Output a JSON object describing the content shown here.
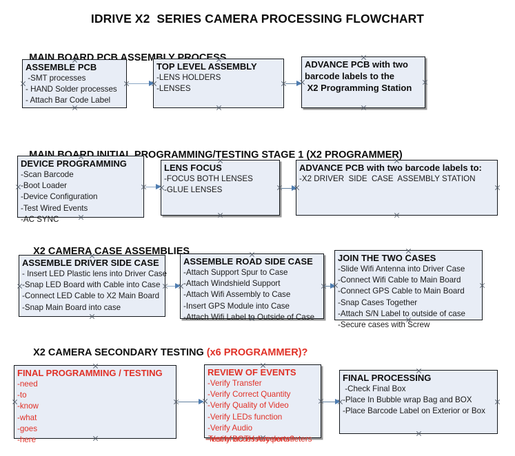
{
  "document": {
    "title": "IDRIVE X2  SERIES CAMERA PROCESSING FLOWCHART",
    "accent_color": "#e03127",
    "box_fill": "#e8edf6",
    "box_border": "#14181c",
    "arrow_color": "#8ba6c4"
  },
  "sections": [
    {
      "id": "main-board-pcb-assembly",
      "heading": "MAIN BOARD PCB ASSEMBLY PROCESS",
      "heading_accent": "",
      "boxes": [
        {
          "id": "assemble-pcb",
          "title": "ASSEMBLE PCB",
          "lines": [
            " -SMT processes",
            "- HAND Solder processes",
            "- Attach Bar Code Label"
          ],
          "color": "black"
        },
        {
          "id": "top-level-assembly",
          "title": "TOP LEVEL ASSEMBLY",
          "lines": [
            "-LENS HOLDERS",
            "-LENSES"
          ],
          "color": "black"
        },
        {
          "id": "advance-pcb-to-programming-station",
          "title": "ADVANCE PCB with two",
          "lines": [
            "barcode labels to the",
            " X2 Programming Station"
          ],
          "color": "black",
          "all_bold": true
        }
      ]
    },
    {
      "id": "main-board-initial-programming",
      "heading": "MAIN BOARD INITIAL PROGRAMMING/TESTING STAGE 1 (X2 PROGRAMMER)",
      "heading_accent": "",
      "boxes": [
        {
          "id": "device-programming",
          "title": "DEVICE PROGRAMMING",
          "lines": [
            "-Scan Barcode",
            "-Boot Loader",
            "-Device Configuration",
            "-Test Wired Events",
            "-AC SYNC"
          ],
          "color": "black"
        },
        {
          "id": "lens-focus",
          "title": "LENS FOCUS",
          "lines": [
            "-FOCUS BOTH LENSES",
            "-GLUE LENSES"
          ],
          "color": "black"
        },
        {
          "id": "advance-pcb-to-driver-side-case-station",
          "title": "ADVANCE PCB with two barcode labels to:",
          "lines": [
            "-X2 DRIVER  SIDE  CASE  ASSEMBLY STATION"
          ],
          "color": "black"
        }
      ]
    },
    {
      "id": "x2-camera-case-assemblies",
      "heading": "X2 CAMERA CASE ASSEMBLIES",
      "heading_accent": "",
      "boxes": [
        {
          "id": "assemble-driver-side-case",
          "title": "ASSEMBLE DRIVER SIDE CASE",
          "lines": [
            "- Insert LED Plastic lens into Driver Case",
            "-Snap LED Board with Cable into Case",
            "-Connect LED Cable to X2 Main Board",
            "-Snap Main Board into case"
          ],
          "color": "black"
        },
        {
          "id": "assemble-road-side-case",
          "title": "ASSEMBLE ROAD SIDE CASE",
          "lines": [
            "-Attach Support Spur to Case",
            "-Attach Windshield Support",
            "-Attach Wifi Assembly to Case",
            "-Insert GPS Module into Case",
            "-Attach Wifi Label to Outside of Case"
          ],
          "color": "black"
        },
        {
          "id": "join-the-two-cases",
          "title": "JOIN THE TWO CASES",
          "lines": [
            "-Slide Wifi Antenna into Driver Case",
            "-Connect Wifi Cable to Main Board",
            "-Connect GPS Cable to Main Board",
            "-Snap Cases Together",
            "-Attach S/N Label to outside of case",
            "-Secure cases with Screw"
          ],
          "color": "black"
        }
      ]
    },
    {
      "id": "x2-camera-secondary-testing",
      "heading": "X2 CAMERA SECONDARY TESTING ",
      "heading_accent": "(x6 PROGRAMMER)?",
      "boxes": [
        {
          "id": "final-programming-testing",
          "title": "FINAL PROGRAMMING / TESTING",
          "lines": [
            "-need",
            "-to",
            "-know",
            "-what",
            "-goes",
            "-here"
          ],
          "color": "red"
        },
        {
          "id": "review-of-events",
          "title": "REVIEW OF EVENTS",
          "lines": [
            "-Verify Transfer",
            "-Verify Correct Quantity",
            "-Verify Quality of Video",
            "-Verify LEDs function",
            "-Verify Audio",
            "-Verify BOTH Accelerometers"
          ],
          "overflow_line": "-Test of accessory ports?",
          "color": "red"
        },
        {
          "id": "final-processing",
          "title": "FINAL PROCESSING",
          "lines": [
            " -Check Final Box",
            "-Place In Bubble wrap Bag and BOX",
            "-Place Barcode Label on Exterior or Box"
          ],
          "color": "black"
        }
      ]
    }
  ]
}
